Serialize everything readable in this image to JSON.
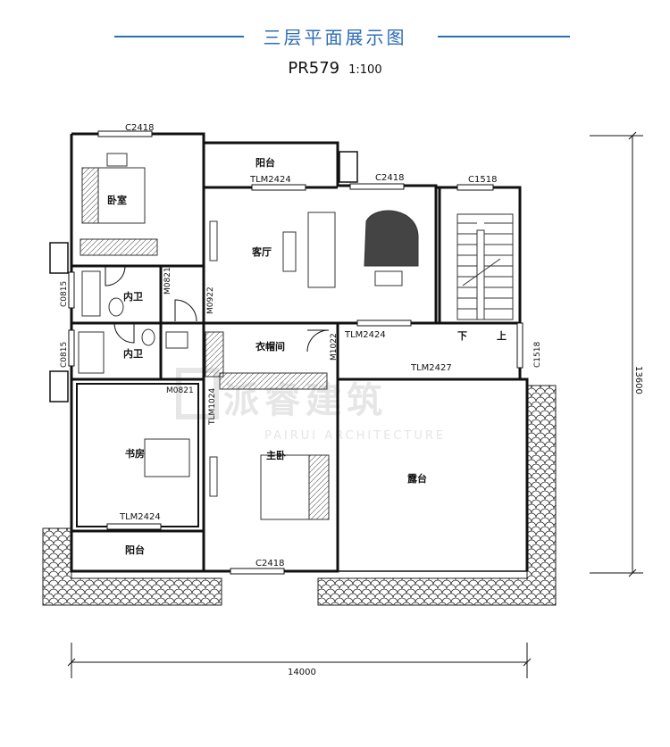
{
  "header": {
    "title": "三层平面展示图",
    "plan_code": "PR579",
    "scale": "1:100"
  },
  "rooms": {
    "bedroom_nw": "卧室",
    "bath_upper": "内卫",
    "bath_lower": "内卫",
    "balcony_north": "阳台",
    "living": "客厅",
    "closet": "衣帽间",
    "study": "书房",
    "master": "主卧",
    "terrace": "露台",
    "balcony_south": "阳台",
    "stair_down": "下",
    "stair_up": "上"
  },
  "openings": {
    "c2418_top_left": "C2418",
    "c2418_top_mid": "C2418",
    "c1518_top": "C1518",
    "tlm2424_north": "TLM2424",
    "m0821_upper": "M0821",
    "m0922": "M0922",
    "c0815_upper": "C0815",
    "c0815_lower": "C0815",
    "m0821_lower": "M0821",
    "tlm1024": "TLM1024",
    "m1022": "M1022",
    "tlm2424_mid": "TLM2424",
    "tlm2427": "TLM2427",
    "c1518_right": "C1518",
    "tlm2424_study": "TLM2424",
    "c2418_bottom": "C2418"
  },
  "dimensions": {
    "width": "14000",
    "height": "13600"
  },
  "watermark": {
    "name": "派睿建筑",
    "en": "PAIRUI ARCHITECTURE"
  }
}
